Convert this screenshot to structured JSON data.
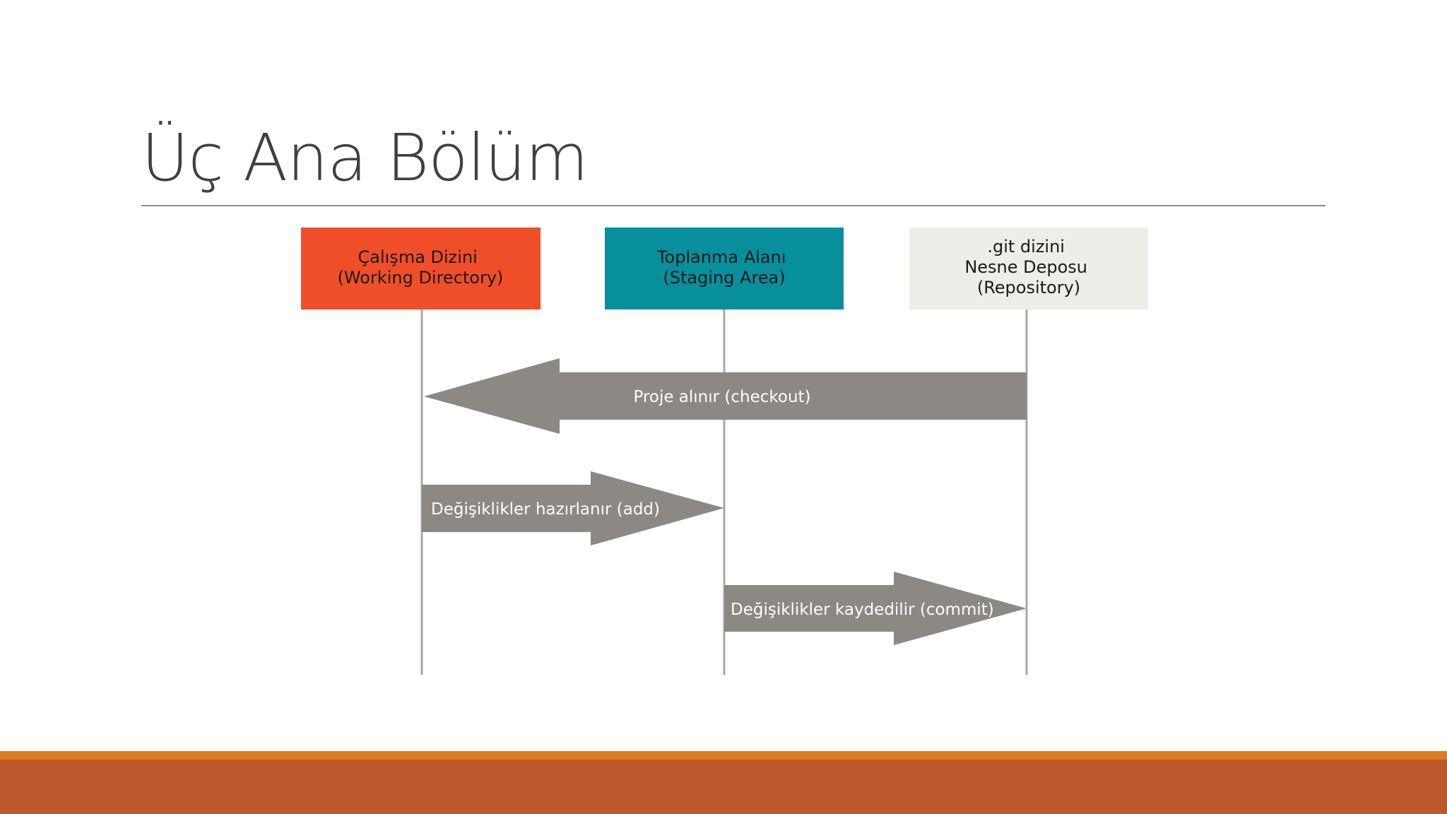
{
  "slide": {
    "title": "Üç Ana Bölüm"
  },
  "diagram": {
    "stages": [
      {
        "key": "working",
        "lines": [
          "Çalışma Dizini",
          "(Working Directory)"
        ],
        "color": "#f04e29",
        "text_color": "#1a1a1a"
      },
      {
        "key": "staging",
        "lines": [
          "Toplanma Alanı",
          "(Staging Area)"
        ],
        "color": "#078f9c",
        "text_color": "#1a1a1a"
      },
      {
        "key": "repository",
        "lines": [
          ".git dizini",
          "Nesne Deposu",
          "(Repository)"
        ],
        "color": "#eeeee8",
        "text_color": "#1a1a1a"
      }
    ],
    "arrows": [
      {
        "key": "checkout",
        "from": "repository",
        "to": "working",
        "label": "Proje alınır (checkout)"
      },
      {
        "key": "add",
        "from": "working",
        "to": "staging",
        "label": "Değişiklikler  hazırlanır (add)"
      },
      {
        "key": "commit",
        "from": "staging",
        "to": "repository",
        "label": "Değişiklikler  kaydedilir (commit)"
      }
    ],
    "arrow_color": "#8c8883",
    "lifeline_color": "#a8a8a8"
  },
  "theme": {
    "footer_accent": "#e07b20",
    "footer_bar": "#bd582c"
  }
}
